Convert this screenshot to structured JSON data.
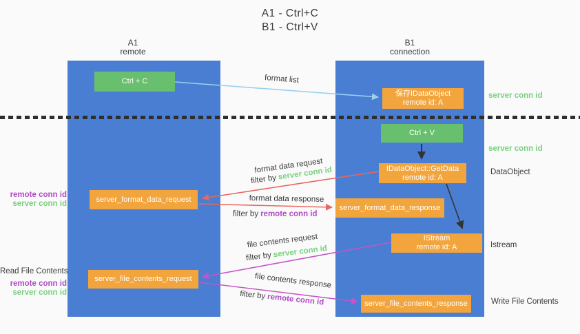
{
  "title": {
    "line1": "A1 - Ctrl+C",
    "line2": "B1 - Ctrl+V"
  },
  "columns": {
    "a": {
      "name": "A1",
      "subtitle": "remote"
    },
    "b": {
      "name": "B1",
      "subtitle": "connection"
    }
  },
  "boxes": {
    "ctrl_c": "Ctrl + C",
    "ctrl_v": "Ctrl + V",
    "save_idataobject": {
      "line1": "保存IDataObject",
      "line2": "remote id: A"
    },
    "getdata": {
      "line1": "IDataObject::GetData",
      "line2": "remote id: A"
    },
    "istream": {
      "line1": "IStream",
      "line2": "remote id: A"
    },
    "format_request": "server_format_data_request",
    "format_response": "server_format_data_response",
    "file_request": "server_file_contents_request",
    "file_response": "server_file_contents_response"
  },
  "arrow_labels": {
    "format_list": "format list",
    "format_data_request": "format data request",
    "format_data_response": "format data response",
    "file_contents_request": "file contents request",
    "file_contents_response": "file contents response",
    "filter_by": "filter by",
    "server_conn_id": "server conn id",
    "remote_conn_id": "remote conn id"
  },
  "side_labels": {
    "server_conn_id_top": "server conn id",
    "server_conn_id_mid": "server conn id",
    "dataobject": "DataObject",
    "istream": "Istream",
    "write_file_contents": "Write File Contents",
    "read_file_contents": "Read File Contents",
    "remote_conn_id": "remote conn id",
    "server_conn_id": "server conn id"
  },
  "colors": {
    "background": "#fafafa",
    "column_blue": "#4a7ed2",
    "box_green": "#68bf6d",
    "box_orange": "#f2a43d",
    "text_dark": "#3c3c3c",
    "label_green": "#79d07d",
    "label_purple": "#ae4bc5",
    "arrow_red": "#e7685e",
    "arrow_magenta": "#c455c8",
    "arrow_blue": "#9bcfee",
    "arrow_black": "#333333"
  }
}
